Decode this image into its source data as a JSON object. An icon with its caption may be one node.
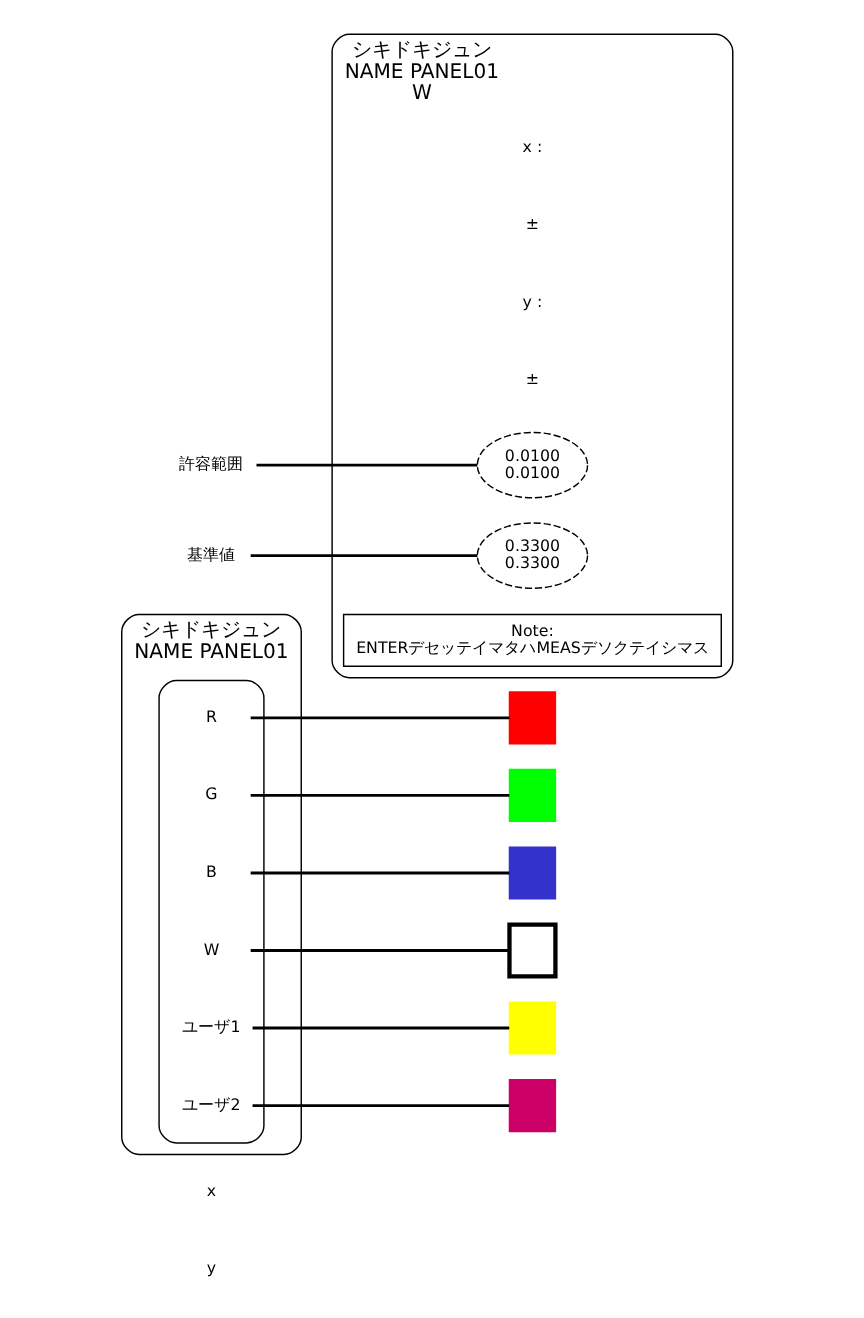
{
  "diagram": {
    "nodes": [
      {
        "text": [
          "シキドキジュン",
          "NAME PANEL01"
        ]
      },
      {
        "text": [],
        "shape": "box",
        "in": 0
      },
      {
        "text": [
          "R"
        ],
        "in": 1
      },
      {
        "text": [
          "G"
        ],
        "in": 1
      },
      {
        "text": [
          "B"
        ],
        "in": 1
      },
      {
        "text": [
          "W"
        ],
        "in": 1
      },
      {
        "text": [
          "ユーザ1"
        ],
        "in": 1
      },
      {
        "text": [
          "ユーザ2"
        ],
        "in": 1
      },
      {
        "text": [],
        "shape": "box"
      },
      {
        "text": [],
        "shape": "box"
      },
      {
        "text": [],
        "shape": "box"
      },
      {
        "text": [],
        "shape": "box"
      },
      {
        "text": [],
        "shape": "box"
      },
      {
        "text": [],
        "shape": "box"
      },
      {
        "text": [
          "シキドキジュン",
          "NAME PANEL01",
          "W"
        ]
      },
      {
        "text": [
          "0.3300",
          "0.3300"
        ],
        "in": 14
      },
      {
        "text": [
          "0.0100",
          "0.0100"
        ],
        "in": 14
      },
      {
        "text": [
          "Note:",
          "ENTERデセッテイマタハMEASデソクテイシマス"
        ],
        "in": 14
      },
      {
        "text": [
          "許容範囲"
        ]
      },
      {
        "text": [
          "基準値"
        ]
      }
    ],
    "edges": [
      {
        "from": 2,
        "to": 8,
        "arrow": "none"
      },
      {
        "from": 3,
        "to": 9,
        "arrow": "none"
      },
      {
        "from": 4,
        "to": 10,
        "arrow": "none"
      },
      {
        "from": 5,
        "to": 11,
        "arrow": "none"
      },
      {
        "from": 6,
        "to": 12,
        "arrow": "none"
      },
      {
        "from": 7,
        "to": 13,
        "arrow": "none"
      },
      {
        "from": 18,
        "to": 16,
        "arrow": "none"
      },
      {
        "from": 19,
        "to": 15,
        "arrow": "none"
      }
    ],
    "labels": [
      "y",
      "x",
      "x :",
      "±",
      "y :",
      "±"
    ]
  }
}
